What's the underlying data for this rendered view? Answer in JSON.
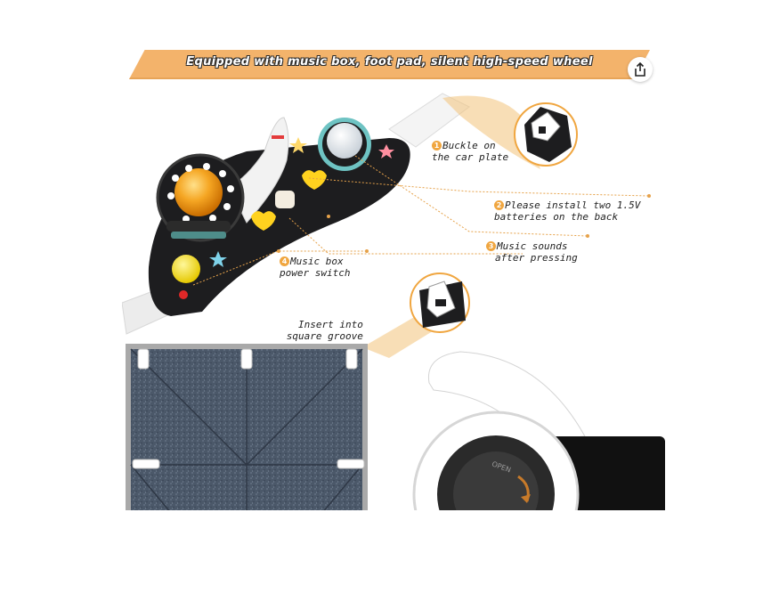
{
  "banner": {
    "text": "Equipped with music box, foot pad, silent high-speed wheel"
  },
  "callouts": [
    {
      "number": "1",
      "line1": "Buckle on",
      "line2": "the car plate"
    },
    {
      "number": "2",
      "line1": "Please install two 1.5V",
      "line2": "batteries on the back"
    },
    {
      "number": "3",
      "line1": "Music sounds",
      "line2": "after pressing"
    },
    {
      "number": "4",
      "line1": "Music box",
      "line2": "power switch"
    }
  ],
  "insert": {
    "line1": "Insert into",
    "line2": "square groove"
  },
  "wheel_text": "OPEN",
  "colors": {
    "banner": "#f3b36b",
    "accent": "#f0a640",
    "panel": "#1d1d1f",
    "mat": "#4a5668"
  },
  "icons": [
    "share-icon"
  ]
}
